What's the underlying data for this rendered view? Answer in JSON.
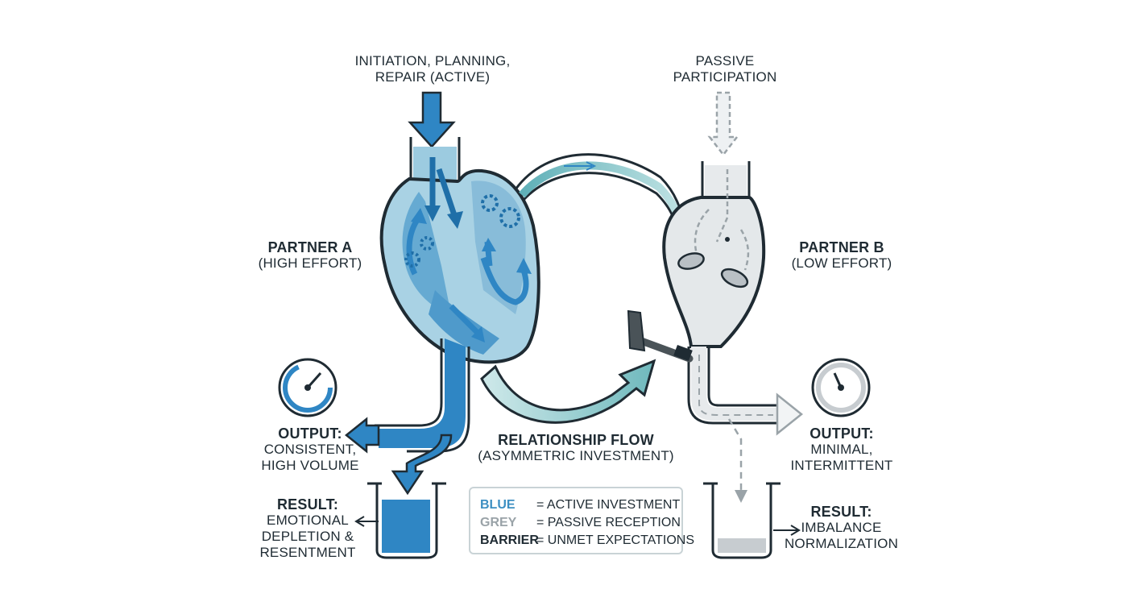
{
  "top_left_label": [
    "INITIATION, PLANNING,",
    "REPAIR (ACTIVE)"
  ],
  "top_right_label": [
    "PASSIVE",
    "PARTICIPATION"
  ],
  "partner_a": {
    "name": "PARTNER A",
    "effort": "(HIGH EFFORT)"
  },
  "partner_b": {
    "name": "PARTNER B",
    "effort": "(LOW EFFORT)"
  },
  "output_a": {
    "heading": "OUTPUT:",
    "lines": [
      "CONSISTENT,",
      "HIGH VOLUME"
    ]
  },
  "output_b": {
    "heading": "OUTPUT:",
    "lines": [
      "MINIMAL,",
      "INTERMITTENT"
    ]
  },
  "result_a": {
    "heading": "RESULT:",
    "lines": [
      "EMOTIONAL",
      "DEPLETION &",
      "RESENTMENT"
    ]
  },
  "result_b": {
    "heading": "RESULT:",
    "lines": [
      "IMBALANCE",
      "NORMALIZATION"
    ]
  },
  "flow": {
    "title": "RELATIONSHIP FLOW",
    "subtitle": "(ASYMMETRIC INVESTMENT)"
  },
  "legend": [
    {
      "key": "BLUE",
      "desc": "= ACTIVE INVESTMENT",
      "color": "#3d8fc2"
    },
    {
      "key": "GREY",
      "desc": "= PASSIVE RECEPTION",
      "color": "#9aa3a8"
    },
    {
      "key": "BARRIER",
      "desc": "= UNMET EXPECTATIONS",
      "color": "#1f2b33"
    }
  ],
  "colors": {
    "blue_dark": "#2f86c4",
    "blue_light": "#7fb6d6",
    "teal": "#7fc2c4",
    "grey": "#c7ccd0",
    "ink": "#1f2b33"
  }
}
